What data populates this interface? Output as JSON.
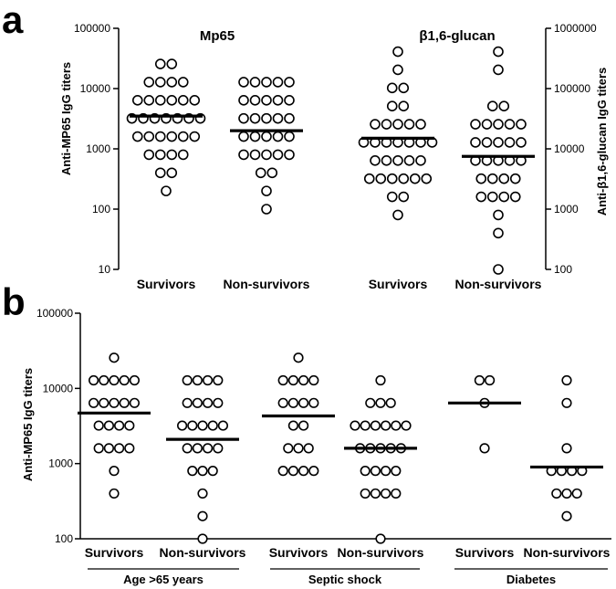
{
  "panels": {
    "a": {
      "letter": "a"
    },
    "b": {
      "letter": "b"
    }
  },
  "chart_data": [
    {
      "type": "scatter",
      "panel": "a",
      "log_scale": true,
      "marker": "open-circle",
      "median_marker": "horizontal-bar",
      "axes": {
        "left": {
          "label": "Anti-MP65 IgG titers",
          "ylim": [
            10,
            100000
          ],
          "ticks": [
            10,
            100,
            1000,
            10000,
            100000
          ]
        },
        "right": {
          "label": "Anti-β1,6-glucan IgG titers",
          "ylim": [
            100,
            1000000
          ],
          "ticks": [
            100,
            1000,
            10000,
            100000,
            1000000
          ]
        }
      },
      "titles": {
        "left": "Mp65",
        "right": "β1,6-glucan"
      },
      "categories": [
        "Survivors",
        "Non-survivors",
        "Survivors",
        "Non-survivors"
      ],
      "series": [
        {
          "group": "Mp65",
          "category": "Survivors",
          "axis": "left",
          "median": 3500,
          "values": [
            25600,
            25600,
            12800,
            12800,
            12800,
            12800,
            6400,
            6400,
            6400,
            6400,
            6400,
            6400,
            3200,
            3200,
            3200,
            3200,
            3200,
            3200,
            3200,
            1600,
            1600,
            1600,
            1600,
            1600,
            1600,
            800,
            800,
            800,
            800,
            400,
            400,
            200
          ]
        },
        {
          "group": "Mp65",
          "category": "Non-survivors",
          "axis": "left",
          "median": 2000,
          "values": [
            12800,
            12800,
            12800,
            12800,
            12800,
            6400,
            6400,
            6400,
            6400,
            6400,
            3200,
            3200,
            3200,
            3200,
            3200,
            1600,
            1600,
            1600,
            1600,
            1600,
            800,
            800,
            800,
            800,
            800,
            400,
            400,
            200,
            100
          ]
        },
        {
          "group": "β1,6-glucan",
          "category": "Survivors",
          "axis": "right",
          "median": 15000,
          "values": [
            409600,
            204800,
            102400,
            102400,
            51200,
            51200,
            25600,
            25600,
            25600,
            25600,
            25600,
            12800,
            12800,
            12800,
            12800,
            12800,
            12800,
            12800,
            6400,
            6400,
            6400,
            6400,
            6400,
            3200,
            3200,
            3200,
            3200,
            3200,
            3200,
            1600,
            1600,
            800
          ]
        },
        {
          "group": "β1,6-glucan",
          "category": "Non-survivors",
          "axis": "right",
          "median": 7500,
          "values": [
            409600,
            204800,
            51200,
            51200,
            25600,
            25600,
            25600,
            25600,
            25600,
            12800,
            12800,
            12800,
            12800,
            12800,
            6400,
            6400,
            6400,
            6400,
            6400,
            3200,
            3200,
            3200,
            3200,
            1600,
            1600,
            1600,
            1600,
            800,
            400,
            100
          ]
        }
      ]
    },
    {
      "type": "scatter",
      "panel": "b",
      "log_scale": true,
      "marker": "open-circle",
      "median_marker": "horizontal-bar",
      "axes": {
        "left": {
          "label": "Anti-MP65 IgG titers",
          "ylim": [
            100,
            100000
          ],
          "ticks": [
            100,
            1000,
            10000,
            100000
          ]
        }
      },
      "groups": [
        "Age >65 years",
        "Septic shock",
        "Diabetes"
      ],
      "categories": [
        "Survivors",
        "Non-survivors",
        "Survivors",
        "Non-survivors",
        "Survivors",
        "Non-survivors"
      ],
      "series": [
        {
          "group": "Age >65 years",
          "category": "Survivors",
          "median": 4700,
          "values": [
            25600,
            12800,
            12800,
            12800,
            12800,
            12800,
            6400,
            6400,
            6400,
            6400,
            6400,
            3200,
            3200,
            3200,
            3200,
            1600,
            1600,
            1600,
            1600,
            800,
            400
          ]
        },
        {
          "group": "Age >65 years",
          "category": "Non-survivors",
          "median": 2100,
          "values": [
            12800,
            12800,
            12800,
            12800,
            6400,
            6400,
            6400,
            6400,
            3200,
            3200,
            3200,
            3200,
            3200,
            1600,
            1600,
            1600,
            1600,
            800,
            800,
            800,
            400,
            200,
            100
          ]
        },
        {
          "group": "Septic shock",
          "category": "Survivors",
          "median": 4300,
          "values": [
            25600,
            12800,
            12800,
            12800,
            12800,
            6400,
            6400,
            6400,
            6400,
            3200,
            3200,
            1600,
            1600,
            1600,
            800,
            800,
            800,
            800
          ]
        },
        {
          "group": "Septic shock",
          "category": "Non-survivors",
          "median": 1600,
          "values": [
            12800,
            6400,
            6400,
            6400,
            3200,
            3200,
            3200,
            3200,
            3200,
            3200,
            1600,
            1600,
            1600,
            1600,
            1600,
            800,
            800,
            800,
            800,
            400,
            400,
            400,
            400,
            100
          ]
        },
        {
          "group": "Diabetes",
          "category": "Survivors",
          "median": 6400,
          "values": [
            12800,
            12800,
            6400,
            1600
          ]
        },
        {
          "group": "Diabetes",
          "category": "Non-survivors",
          "median": 900,
          "values": [
            12800,
            6400,
            1600,
            800,
            800,
            800,
            800,
            400,
            400,
            400,
            200
          ]
        }
      ]
    }
  ]
}
